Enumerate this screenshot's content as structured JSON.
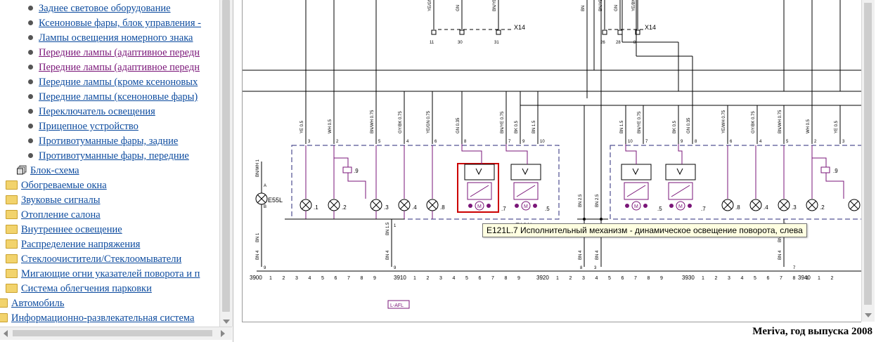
{
  "tree": {
    "items": [
      {
        "label": "Заднее световое оборудование",
        "type": "bullet",
        "visited": false
      },
      {
        "label": "Ксеноновые фары, блок управления -",
        "type": "bullet",
        "visited": false
      },
      {
        "label": "Лампы освещения номерного знака",
        "type": "bullet",
        "visited": false
      },
      {
        "label": "Передние лампы (адаптивное передн",
        "type": "bullet",
        "visited": true
      },
      {
        "label": "Передние лампы (адаптивное передн",
        "type": "bullet",
        "visited": true
      },
      {
        "label": "Передние лампы (кроме ксеноновых",
        "type": "bullet",
        "visited": false
      },
      {
        "label": "Передние лампы (ксеноновые фары)",
        "type": "bullet",
        "visited": false
      },
      {
        "label": "Переключатель освещения",
        "type": "bullet",
        "visited": false
      },
      {
        "label": "Прицепное устройство",
        "type": "bullet",
        "visited": false
      },
      {
        "label": "Противотуманные фары, задние",
        "type": "bullet",
        "visited": false
      },
      {
        "label": "Противотуманные фары, передние",
        "type": "bullet",
        "visited": false
      },
      {
        "label": "Блок-схема",
        "type": "doc",
        "visited": false
      },
      {
        "label": "Обогреваемые окна",
        "type": "folder",
        "visited": false
      },
      {
        "label": "Звуковые сигналы",
        "type": "folder",
        "visited": false
      },
      {
        "label": "Отопление салона",
        "type": "folder",
        "visited": false
      },
      {
        "label": "Внутреннее освещение",
        "type": "folder",
        "visited": false
      },
      {
        "label": "Распределение напряжения",
        "type": "folder",
        "visited": false
      },
      {
        "label": "Стеклоочистители/Стеклоомыватели",
        "type": "folder",
        "visited": false
      },
      {
        "label": "Мигающие огни указателей поворота и п",
        "type": "folder",
        "visited": false
      },
      {
        "label": "Система облегчения парковки",
        "type": "folder",
        "visited": false
      },
      {
        "label": "Автомобиль",
        "type": "folder",
        "visited": false
      },
      {
        "label": "Информационно-развлекательная система",
        "type": "folder",
        "visited": false
      }
    ]
  },
  "diagram": {
    "connector_left": "X14",
    "connector_right": "X14",
    "pins_left": [
      "11",
      "30",
      "31"
    ],
    "pins_right": [
      "26",
      "28",
      "8"
    ],
    "top_wires_left": [
      "YE/GN",
      "GN",
      "BN/YE"
    ],
    "top_wires_right": [
      "BN",
      "BN/YE",
      "GN",
      "YE/BN"
    ],
    "left_module": {
      "wires": [
        "YE 0.5",
        "WH 0.5",
        "BN/WH 0.75",
        "GY/BK 0.75",
        "YE/GN 0.75",
        "GN 0.35",
        "BN/YE 0.75",
        "BK 0.5",
        "BN 1.5"
      ],
      "pins": [
        "3",
        "2",
        "5",
        "4",
        "6",
        "8",
        "7",
        "9",
        "10"
      ],
      "lamp_suffixes": [
        ".1",
        ".2",
        ".3",
        ".4",
        ".8"
      ],
      "relay_suffix": ".9",
      "motor_suffixes": [
        ".7",
        ".5"
      ],
      "label": "E121L"
    },
    "right_module": {
      "wires": [
        "BN 1.5",
        "BN/YE 0.75",
        "BK 0.5",
        "GN 0.35",
        "YE/WH 0.75",
        "GY/BK 0.75",
        "BN/WH 0.75",
        "WH 0.5",
        "YE 0.5"
      ],
      "pins": [
        "10",
        "7",
        "9",
        "8",
        "6",
        "4",
        "5",
        "2",
        "3"
      ],
      "lamp_suffixes": [
        ".8",
        ".4",
        ".3",
        ".2"
      ],
      "relay_suffix": ".9",
      "motor_suffixes": [
        ".5",
        ".7"
      ]
    },
    "e55l": {
      "label": "E55L",
      "pin_top": "A",
      "pin_bottom": "B",
      "wire": "BN/WH 1"
    },
    "ground_wires": [
      "BN 1",
      "BN 4",
      "BN 1.5",
      "BN 4",
      "BN 2.5",
      "BN 4",
      "BN 2.5",
      "BN 4",
      "BN 1.5",
      "BN 4"
    ],
    "ground_pins": [
      "9",
      "1",
      "9",
      "8",
      "3",
      "6",
      "7"
    ],
    "ruler": {
      "groups": [
        {
          "label": "3900",
          "ticks": [
            "1",
            "2",
            "3",
            "4",
            "5",
            "6",
            "7",
            "8",
            "9"
          ]
        },
        {
          "label": "3910",
          "ticks": [
            "1",
            "2",
            "3",
            "4",
            "5",
            "6",
            "7",
            "8",
            "9"
          ]
        },
        {
          "label": "3920",
          "ticks": [
            "1",
            "2",
            "3",
            "4",
            "5",
            "6",
            "7",
            "8",
            "9"
          ]
        },
        {
          "label": "3930",
          "ticks": [
            "1",
            "2",
            "3",
            "4",
            "5",
            "6",
            "7",
            "8",
            "9"
          ]
        },
        {
          "label": "3940",
          "ticks": [
            "1",
            "2"
          ]
        }
      ]
    },
    "ref_label": "L-AFL"
  },
  "tooltip": "E121L.7 Исполнительный механизм - динамическое освещение поворота, слева",
  "footer": "Meriva, год выпуска 2008",
  "colors": {
    "link": "#0b4a9e",
    "visited": "#7a1578",
    "wire": "#000000",
    "violet": "#7a1578",
    "highlight": "#cc0000",
    "border_dash": "#2a2a7a"
  }
}
